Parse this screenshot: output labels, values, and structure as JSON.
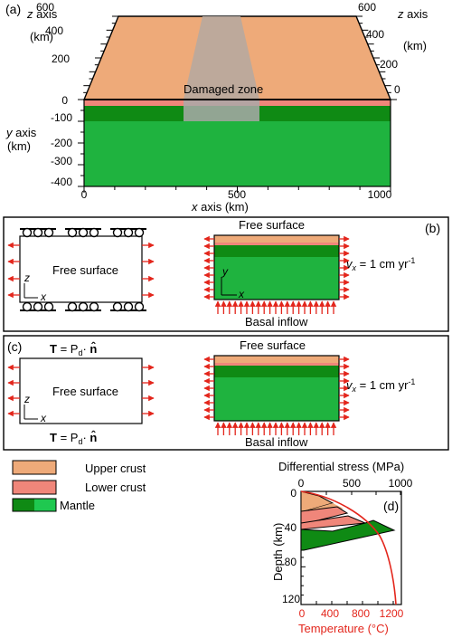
{
  "panel_a": {
    "label": "(a)",
    "z_axis_left": "z axis",
    "z_axis_right": "z axis",
    "km": "(km)",
    "y_axis": "y axis",
    "x_axis_label": "x axis (km)",
    "damaged_zone": "Damaged zone",
    "z_ticks": [
      "600",
      "400",
      "200",
      "0"
    ],
    "y_ticks": [
      "-100",
      "-200",
      "-300",
      "-400"
    ],
    "x_ticks": [
      "0",
      "500",
      "1000"
    ],
    "colors": {
      "upper_crust": "#eeaa79",
      "lower_crust": "#f0867a",
      "mantle_dark": "#0f8a14",
      "mantle_light": "#1fb33f",
      "damaged": "#a9a9a9"
    }
  },
  "panel_b": {
    "label": "(b)",
    "free_surface_left": "Free surface",
    "free_surface_top": "Free surface",
    "velocity_v": "v",
    "velocity_sub": "x",
    "velocity_rest": " = 1 cm yr",
    "velocity_exp": "-1",
    "basal_inflow": "Basal inflow",
    "axis_z": "z",
    "axis_y": "y",
    "axis_x": "x"
  },
  "panel_c": {
    "label": "(c)",
    "traction_T": "T",
    "traction_eq": " = P",
    "traction_sub": "d",
    "traction_dot": "· ",
    "traction_n": "n̂",
    "free_surface_left": "Free surface",
    "free_surface_top": "Free surface",
    "velocity_v": "v",
    "velocity_sub": "x",
    "velocity_rest": " = 1 cm yr",
    "velocity_exp": "-1",
    "basal_inflow": "Basal inflow",
    "axis_z": "z",
    "axis_x": "x"
  },
  "legend": {
    "upper_crust": "Upper crust",
    "lower_crust": "Lower crust",
    "mantle": "Mantle"
  },
  "panel_d": {
    "label": "(d)",
    "top_axis_label": "Differential stress (MPa)",
    "top_ticks": [
      "0",
      "500",
      "1000"
    ],
    "left_axis_label": "Depth (km)",
    "left_ticks": [
      "0",
      "40",
      "80",
      "120"
    ],
    "bottom_axis_label": "Temperature (°C)",
    "bottom_ticks": [
      "0",
      "400",
      "800",
      "1200"
    ]
  }
}
